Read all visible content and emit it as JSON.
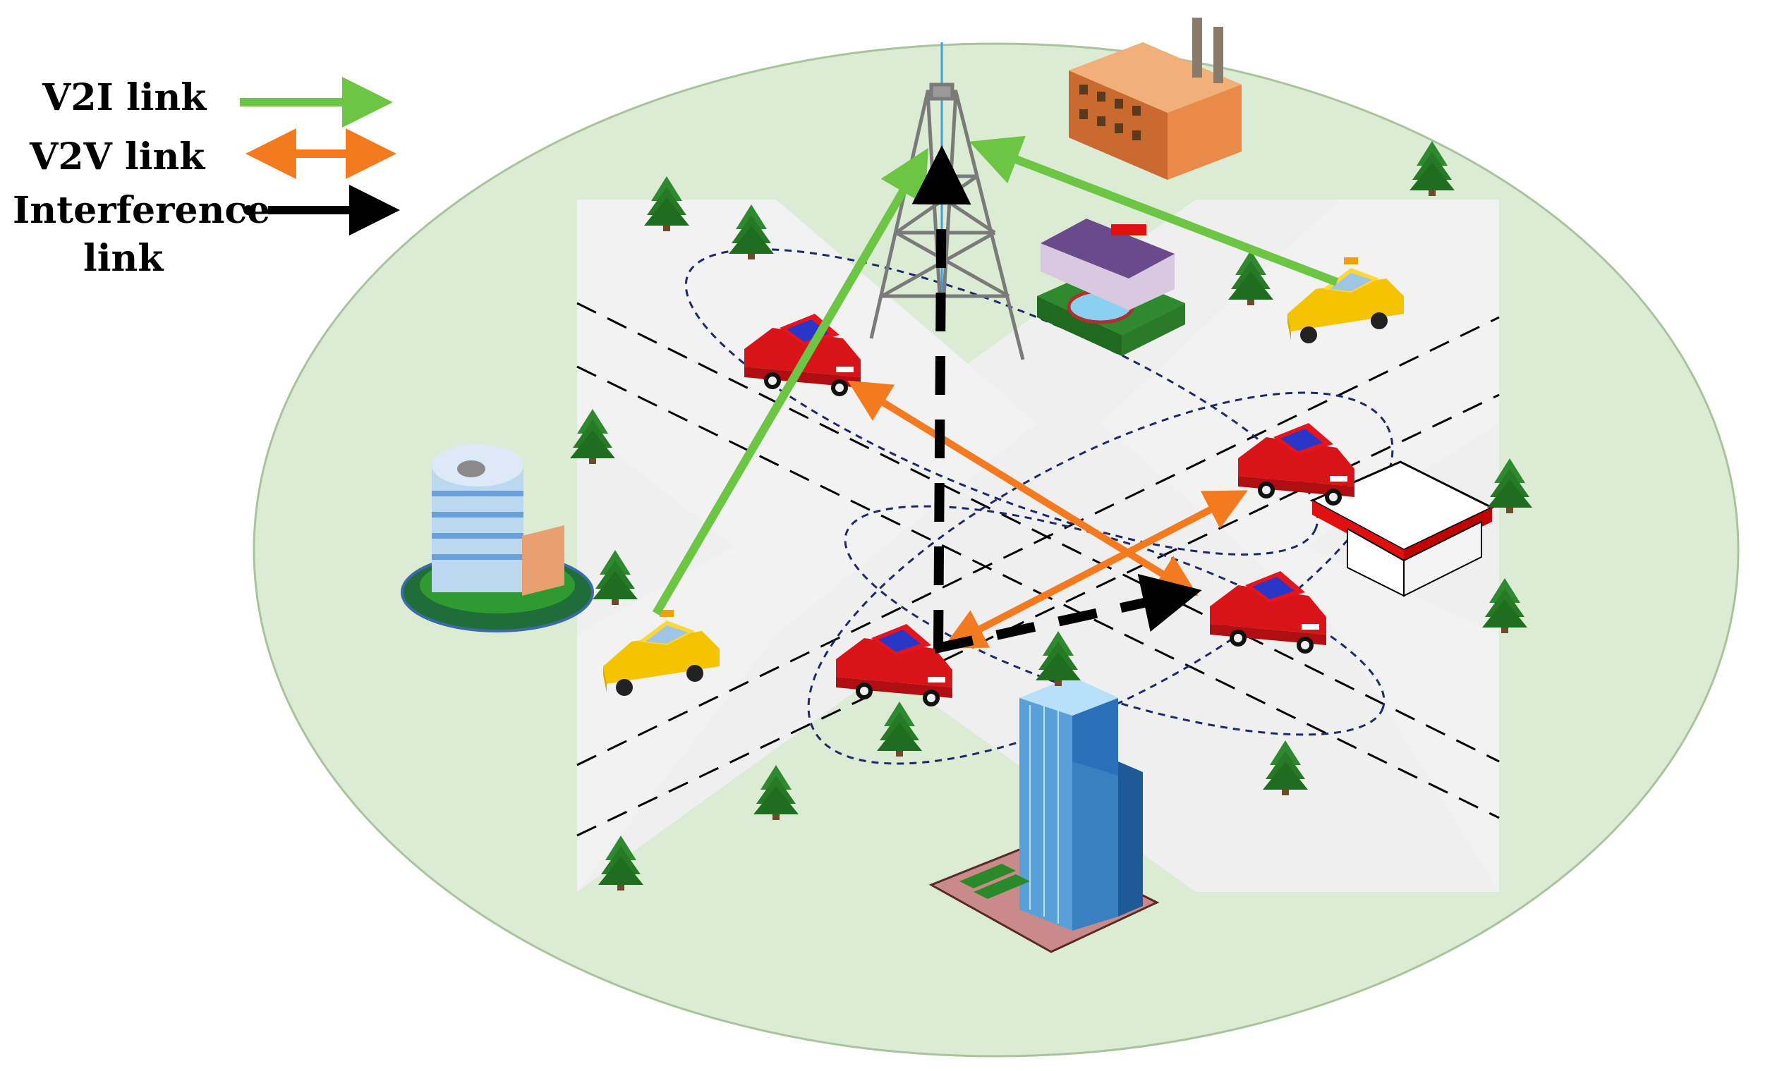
{
  "legend": {
    "v2i_label": "V2I link",
    "v2v_label": "V2V link",
    "interference_label_line1": "Interference",
    "interference_label_line2": "link",
    "v2i_color": "#6cc644",
    "v2v_color": "#f47a1f",
    "interference_color": "#000000"
  },
  "colors": {
    "coverage_area": "#dcebd3",
    "road": "#f0f0f0",
    "car_red": "#e8141c",
    "car_yellow": "#f5c400",
    "tree": "#2f8a2f"
  },
  "icons": [
    "base-station-tower-icon",
    "factory-icon",
    "pool-building-icon",
    "office-building-icon",
    "gas-station-icon",
    "skyscraper-icon",
    "tree-icon",
    "red-car-icon",
    "taxi-icon"
  ]
}
